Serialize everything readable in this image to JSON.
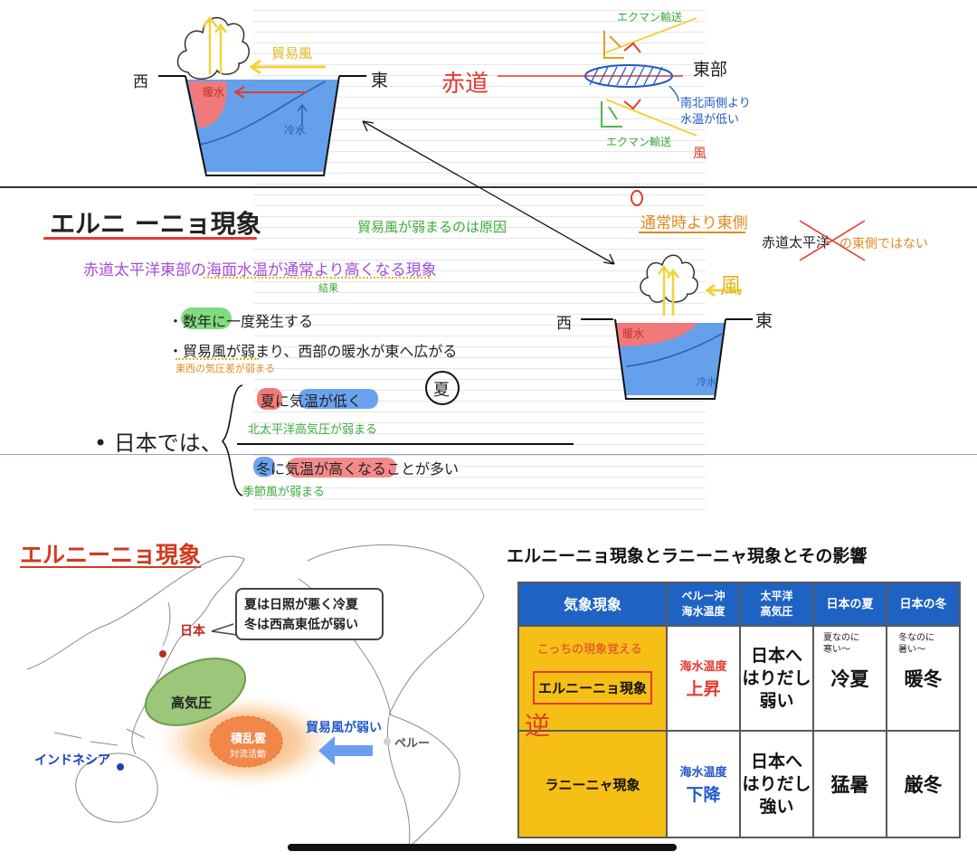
{
  "notebook": {
    "west": "西",
    "east": "東",
    "trade_wind": "貿易風",
    "warm_water": "暖水",
    "cold_water": "冷水",
    "equator": "赤道",
    "east_part": "東部",
    "ekman_top": "エクマン輸送",
    "ekman_bottom": "エクマン輸送",
    "cool_note_1": "南北両側より",
    "cool_note_2": "水温が低い",
    "wind": "風",
    "title": "エルニ ーニョ現象",
    "trade_weak_note": "貿易風が弱まるのは原因",
    "definition": "赤道太平洋東部の海面水温が通常より高くなる現象",
    "result": "結果",
    "bullet1": "・数年に一度発生する",
    "bullet2": "・貿易風が弱まり、西部の暖水が東へ広がる",
    "pressure_note": "東西の気圧差が弱まる",
    "summer_mark": "夏",
    "japan_label": "• 日本では、",
    "summer_effect": "夏に気温が低く",
    "summer_cause": "北太平洋高気圧が弱まる",
    "winter_effect": "冬に気温が高くなることが多い",
    "winter_cause": "季節風が弱まる",
    "than_usual_east": "通常時より東側",
    "right_note_a": "赤道太平洋",
    "right_note_b": "の東側ではない",
    "warm_water_2": "暖水",
    "cold_water_2": "冷水",
    "west_2": "西",
    "east_2": "東",
    "wind_2": "風"
  },
  "map": {
    "title": "エルニーニョ現象",
    "callout_line1": "夏は日照が悪く冷夏",
    "callout_line2": "冬は西高東低が弱い",
    "japan": "日本",
    "high_pressure": "高気圧",
    "cumulonimbus": "積乱雲",
    "convection": "対流活動",
    "trade_weak": "貿易風が弱い",
    "peru": "ペルー",
    "indonesia": "インドネシア"
  },
  "table": {
    "title": "エルニーニョ現象とラニーニャ現象とその影響",
    "headers": [
      "気象現象",
      "ペルー沖\n海水温度",
      "太平洋\n高気圧",
      "日本の夏",
      "日本の冬"
    ],
    "memo": "こっちの現象覚える",
    "gyaku": "逆",
    "summer_note": "夏なのに\n寒い〜",
    "winter_note": "冬なのに\n暑い〜",
    "rows": [
      {
        "phenomenon": "エルニーニョ現象",
        "sea_label": "海水温度",
        "sea_value": "上昇",
        "pacific": "日本へ\nはりだし\n弱い",
        "summer": "冷夏",
        "winter": "暖冬"
      },
      {
        "phenomenon": "ラニーニャ現象",
        "sea_label": "海水温度",
        "sea_value": "下降",
        "pacific": "日本へ\nはりだし\n強い",
        "summer": "猛暑",
        "winter": "厳冬"
      }
    ]
  },
  "colors": {
    "warm": "#f07a7a",
    "cold": "#4a8fe8",
    "accent_red": "#e23b2e",
    "table_header": "#1e62c4",
    "phen_yellow": "#f5bf15",
    "trade_blue": "#2158c9"
  }
}
